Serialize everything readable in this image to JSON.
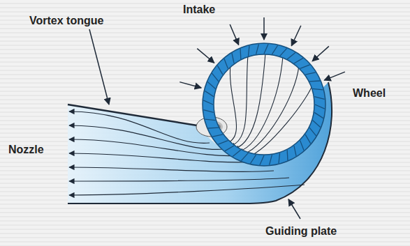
{
  "diagram": {
    "labels": [
      "Intake",
      "Vortex tongue",
      "Wheel",
      "Nozzle",
      "Guiding plate"
    ]
  }
}
